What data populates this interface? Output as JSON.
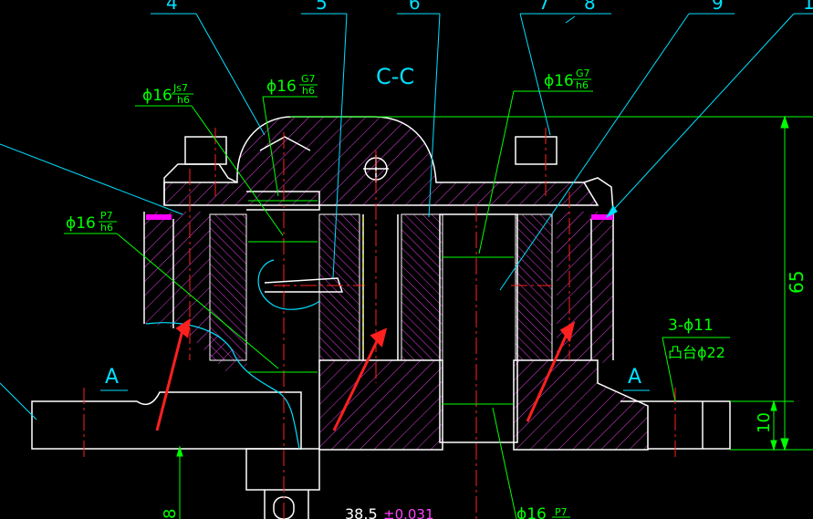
{
  "drawing": {
    "section_label": "C-C",
    "view_marker_left": "A",
    "view_marker_right": "A",
    "balloons": [
      "4",
      "5",
      "6",
      "7",
      "8",
      "9",
      "1"
    ],
    "fits": {
      "fit_js7": {
        "dia": "ϕ16",
        "upper": "Js7",
        "lower": "h6"
      },
      "fit_g7_left": {
        "dia": "ϕ16",
        "upper": "G7",
        "lower": "h6"
      },
      "fit_g7_right": {
        "dia": "ϕ16",
        "upper": "G7",
        "lower": "h6"
      },
      "fit_p7_left": {
        "dia": "ϕ16",
        "upper": "P7",
        "lower": "h6"
      },
      "fit_p7_bottom": {
        "dia": "ϕ16",
        "upper": "P7",
        "lower": ""
      }
    },
    "holes_note": {
      "line1": "3-ϕ11",
      "line2": "凸台ϕ22"
    },
    "dim_height": "65",
    "dim_base": "10",
    "dim_left_partial": "8",
    "dim_bottom": {
      "main": "38.5",
      "tol": "±0.031"
    }
  },
  "colors": {
    "background": "#000000",
    "outline": "#ffffff",
    "hatch_magenta": "#e040e0",
    "dimension": "#00ff00",
    "leader_cyan": "#00e0ff",
    "centerline": "#ff2020",
    "hidden_yellow": "#ffff40",
    "pin_magenta": "#ff00ff"
  }
}
